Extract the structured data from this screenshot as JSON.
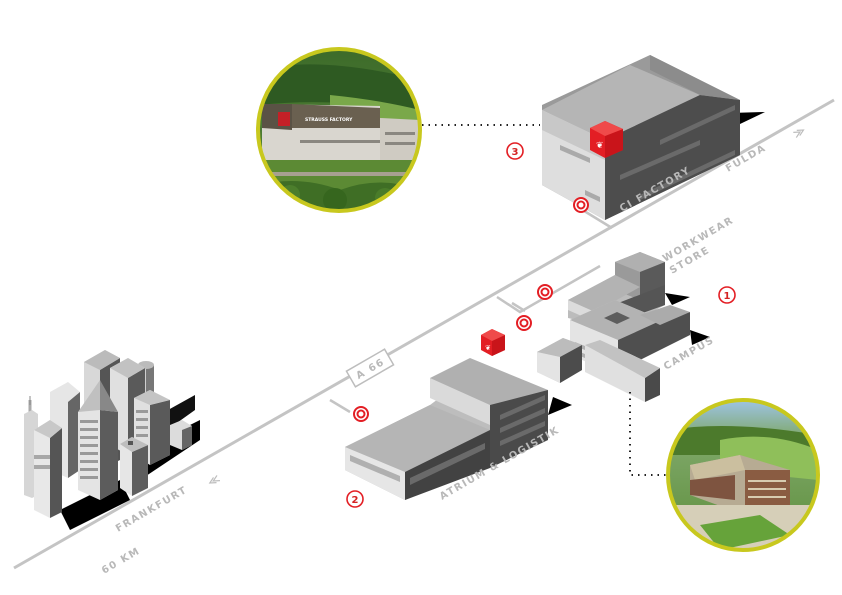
{
  "map": {
    "highway": {
      "label": "A 66"
    },
    "directions": [
      {
        "label": "FULDA",
        "arrow": "double-chevron-right"
      },
      {
        "label": "FRANKFURT",
        "arrow": "double-chevron-left"
      }
    ],
    "distance_label": "60 KM",
    "buildings": [
      {
        "number": "1",
        "label": "CAMPUS"
      },
      {
        "number": "",
        "label": "WORKWEAR"
      },
      {
        "number": "",
        "label": "STORE"
      },
      {
        "number": "2",
        "label": "ATRIUM & LOGISTIK"
      },
      {
        "number": "3",
        "label": "CI FACTORY"
      }
    ],
    "photo_sign_text": "STRAUSS FACTORY",
    "colors": {
      "accent_red": "#d42323",
      "road_gray": "#c4c4c4",
      "ring_yellow": "#c8c81e",
      "label_gray": "#b8b8b8"
    }
  }
}
